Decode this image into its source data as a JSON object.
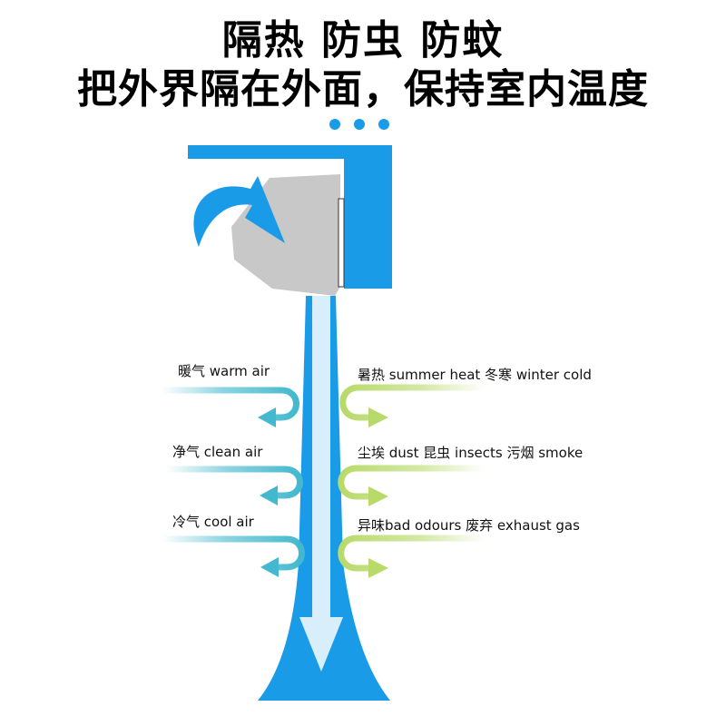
{
  "header": {
    "line1": "隔热 防虫 防蚊",
    "line2": "把外界隔在外面，保持室内温度"
  },
  "labels": {
    "indoor": [
      "暖气  warm air",
      "净气  clean air",
      "冷气  cool air"
    ],
    "outdoor": [
      "暑热 summer heat 冬寒 winter cold",
      "尘埃 dust  昆虫 insects  污烟 smoke",
      "异味bad odours  废弃 exhaust gas"
    ]
  },
  "colors": {
    "blue": "#1a9be8",
    "light_blue": "#d8effb",
    "gray": "#c8c8c8",
    "indoor_arrow": "#43b8cf",
    "outdoor_arrow": "#b8da6a"
  }
}
